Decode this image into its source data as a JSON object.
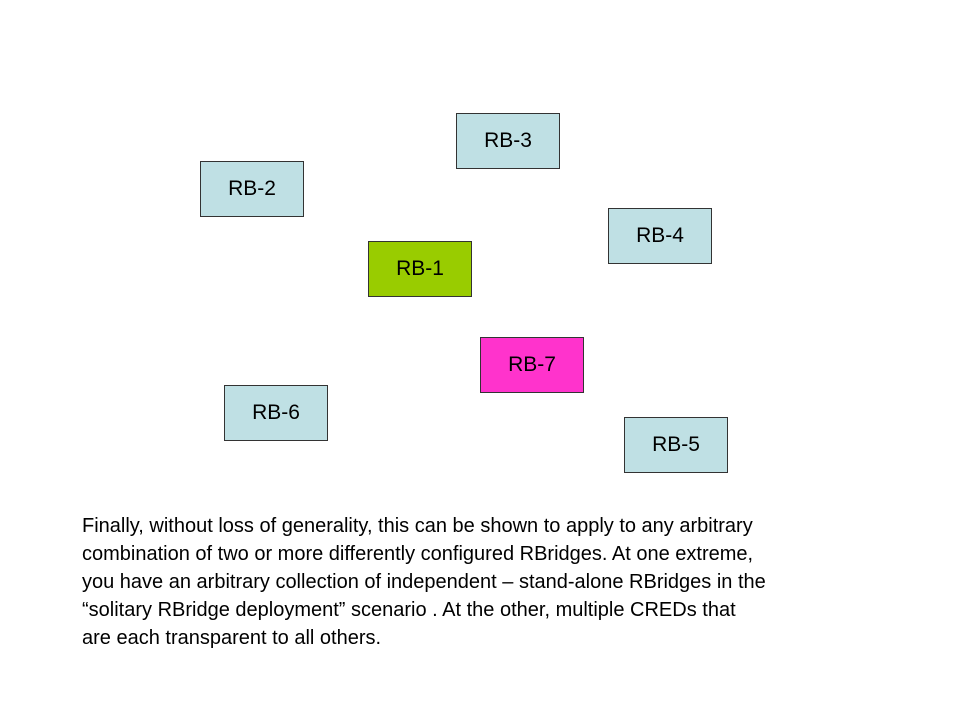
{
  "nodes": [
    {
      "id": "rb-3",
      "label": "RB-3",
      "color": "#bfe0e4"
    },
    {
      "id": "rb-2",
      "label": "RB-2",
      "color": "#bfe0e4"
    },
    {
      "id": "rb-4",
      "label": "RB-4",
      "color": "#bfe0e4"
    },
    {
      "id": "rb-1",
      "label": "RB-1",
      "color": "#99cc00"
    },
    {
      "id": "rb-7",
      "label": "RB-7",
      "color": "#ff33cc"
    },
    {
      "id": "rb-6",
      "label": "RB-6",
      "color": "#bfe0e4"
    },
    {
      "id": "rb-5",
      "label": "RB-5",
      "color": "#bfe0e4"
    }
  ],
  "caption": {
    "lines": [
      "Finally, without loss of generality, this can be shown to apply to any arbitrary",
      "combination of two or more differently configured RBridges.  At one extreme,",
      "you have an arbitrary collection of independent – stand-alone RBridges in the",
      "“solitary RBridge deployment” scenario .  At the other, multiple CREDs that",
      "are each transparent to all others."
    ]
  }
}
